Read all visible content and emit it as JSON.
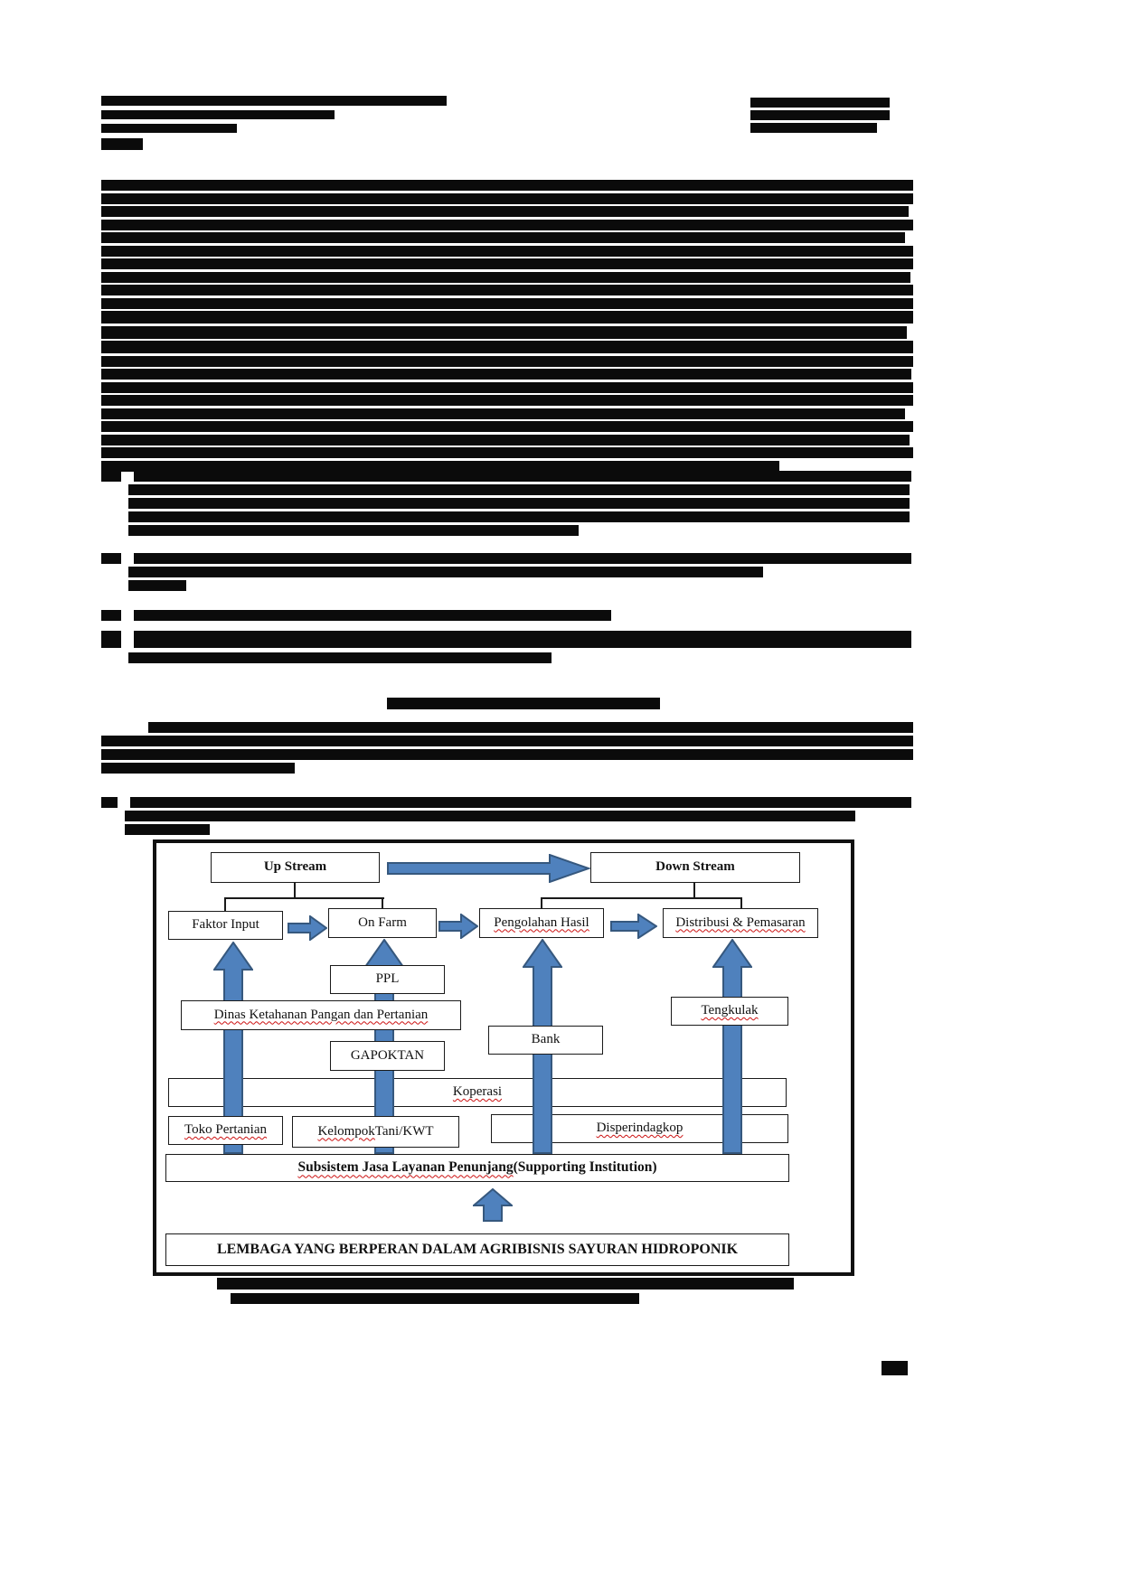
{
  "diagram": {
    "up_stream": "Up Stream",
    "down_stream": "Down Stream",
    "faktor_input": "Faktor Input",
    "on_farm": "On Farm",
    "pengolahan_hasil": "Pengolahan Hasil",
    "distribusi_pemasaran": "Distribusi & Pemasaran",
    "ppl": "PPL",
    "dinas": "Dinas Ketahanan Pangan dan Pertanian",
    "tengkulak": "Tengkulak",
    "bank": "Bank",
    "gapoktan": "GAPOKTAN",
    "koperasi": "Koperasi",
    "toko_pertanian": "Toko Pertanian",
    "kelompok_word": "Kelompok",
    "kelompok_rest": " Tani/KWT",
    "disperindagkop": "Disperindagkop",
    "subsistem_main": "Subsistem Jasa Layanan Penunjang",
    "subsistem_suffix": " (Supporting Institution)",
    "lembaga": "LEMBAGA YANG BERPERAN DALAM AGRIBISNIS SAYURAN HIDROPONIK",
    "colors": {
      "arrow_fill": "#4f81bd",
      "arrow_stroke": "#36587e",
      "spellcheck_underline": "#cc1111"
    }
  }
}
